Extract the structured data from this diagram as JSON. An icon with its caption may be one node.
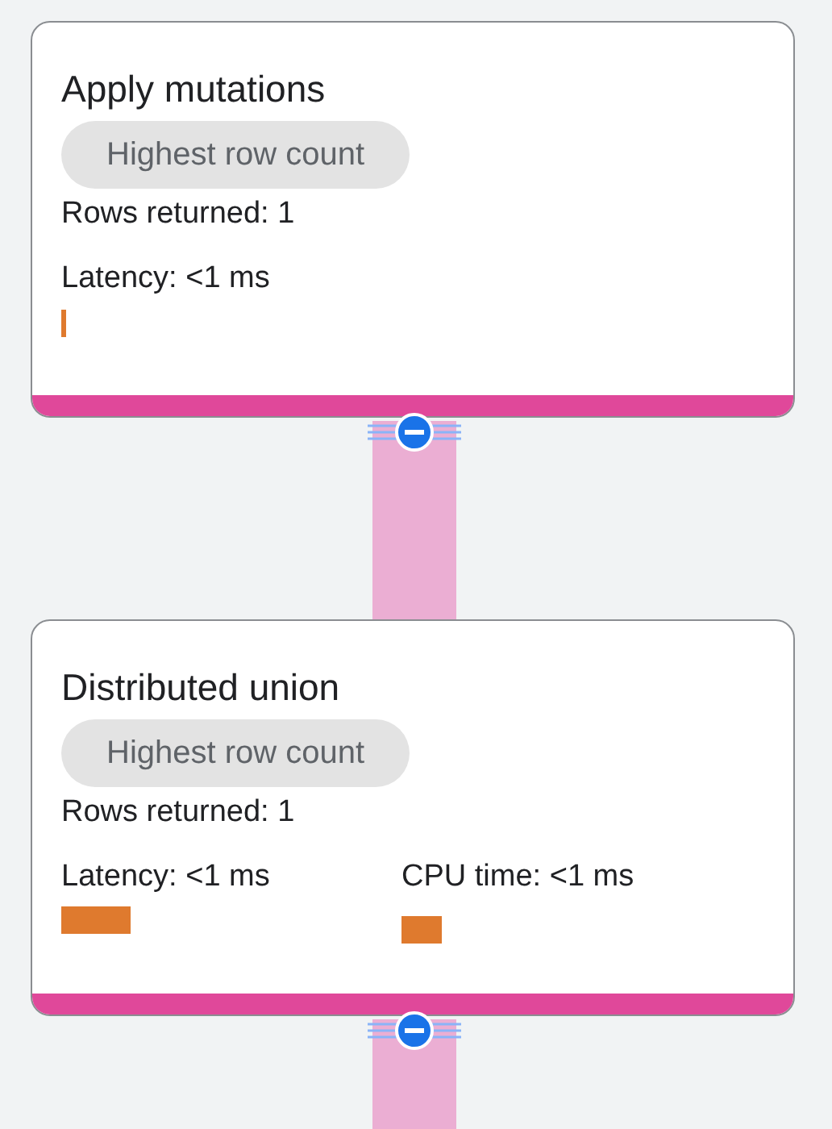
{
  "diagram": {
    "nodes": [
      {
        "text": [
          "Apply mutations",
          "Highest row count",
          "Rows returned: 1",
          "Latency: <1 ms"
        ]
      },
      {
        "text": [
          "Distributed union",
          "Highest row count",
          "Rows returned: 1",
          "Latency: <1 ms",
          "CPU time: <1 ms"
        ]
      }
    ],
    "edges": [
      {
        "from": 1,
        "to": 0,
        "arrow": "none"
      },
      {
        "from": null,
        "to": 1,
        "arrow": "none"
      }
    ]
  }
}
